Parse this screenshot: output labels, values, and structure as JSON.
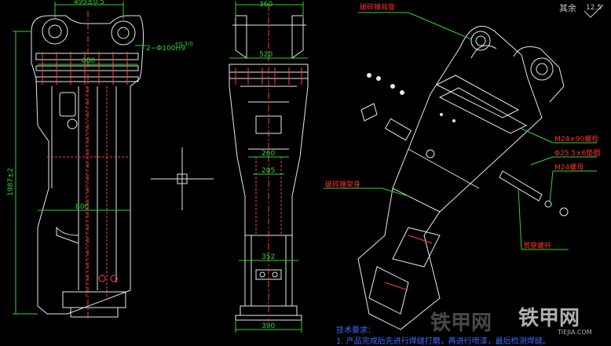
{
  "corner_note": "其余",
  "roughness": "12.5",
  "front_view": {
    "dim_top": "495±0.5",
    "dim_hole": "2−Φ100H9",
    "dim_hole_tol": "+0.3/0",
    "dim_mid": "680",
    "dim_height": "1987±2",
    "dim_lower": "800"
  },
  "side_view": {
    "dim_top": "360",
    "dim_upper": "520",
    "dim_a": "260",
    "dim_b": "205",
    "dim_low": "352",
    "dim_bottom": "390"
  },
  "labels": {
    "upper_seat": "破碎锤耳座",
    "bolt": "M24×90螺栓",
    "nut": "Φ25.5×6垫圈",
    "washer": "M24螺母",
    "frame": "破碎锤架身",
    "through_bolt": "贯穿螺杆"
  },
  "notes": {
    "title": "技术要求：",
    "line1": "1. 产品完成后先进行焊缝打磨，再进行喷漆，最后检测焊缝。"
  },
  "watermark": {
    "text": "铁甲网",
    "url": "TIEJIA.COM"
  }
}
